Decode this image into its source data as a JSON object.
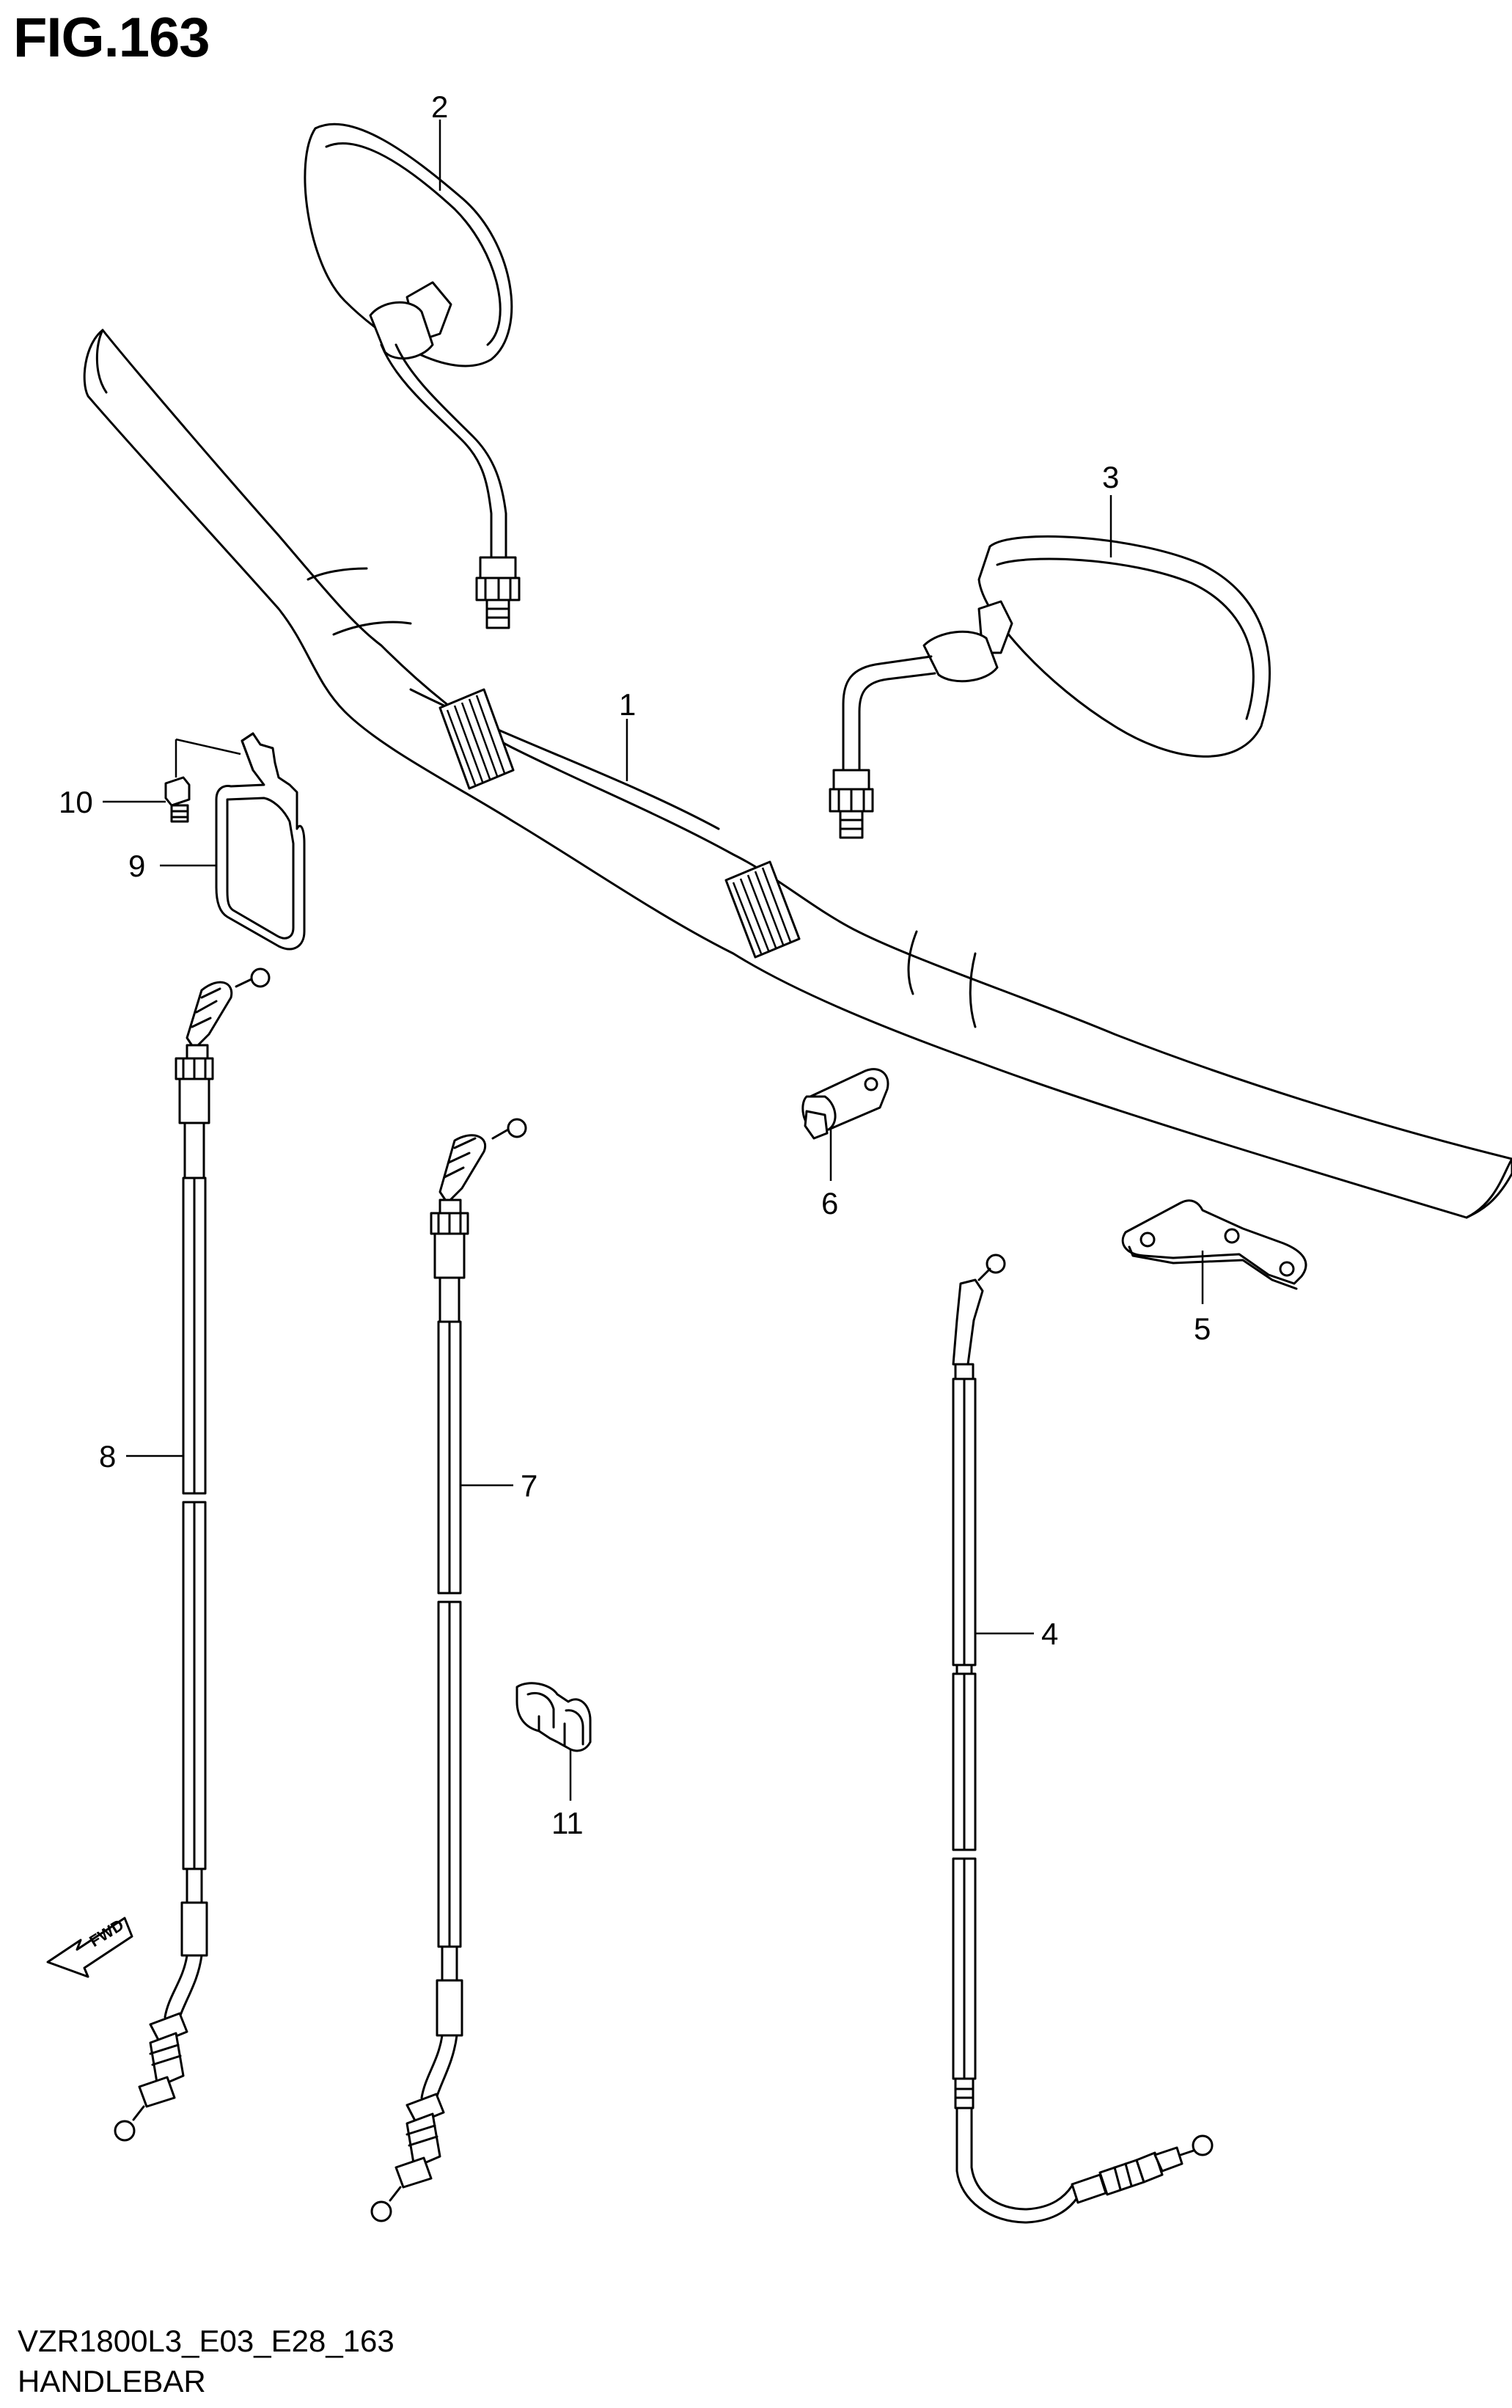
{
  "figure": {
    "title": "FIG.163",
    "code": "VZR1800L3_E03_E28_163",
    "name": "HANDLEBAR"
  },
  "fwd_label": "FWD",
  "callouts": [
    "1",
    "2",
    "3",
    "4",
    "5",
    "6",
    "7",
    "8",
    "9",
    "10",
    "11"
  ]
}
